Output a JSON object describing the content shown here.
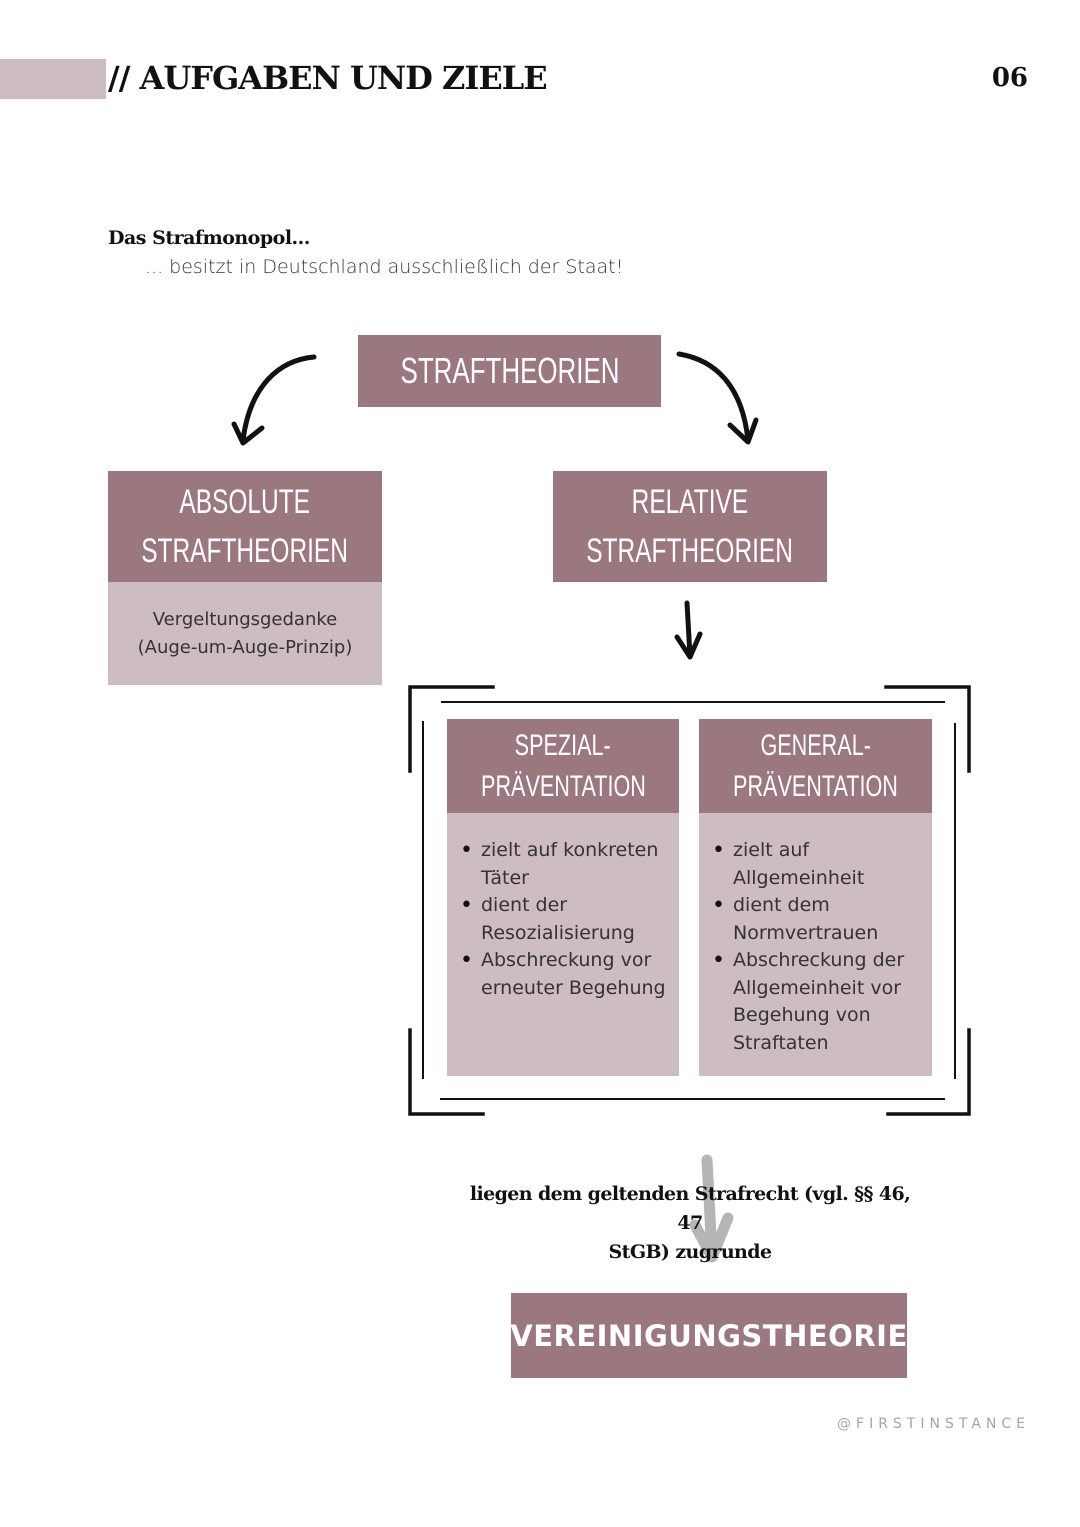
{
  "header": {
    "title": "// AUFGABEN UND ZIELE",
    "page_number": "06",
    "accent_color": "#cdbcc1"
  },
  "intro": {
    "title": "Das Strafmonopol...",
    "text": "... besitzt in Deutschland ausschließlich der Staat!"
  },
  "diagram": {
    "root": "STRAFTHEORIEN",
    "absolute": {
      "line1": "ABSOLUTE",
      "line2": "STRAFTHEORIEN",
      "desc1": "Vergeltungsgedanke",
      "desc2": "(Auge-um-Auge-Prinzip)"
    },
    "relative": {
      "line1": "RELATIVE",
      "line2": "STRAFTHEORIEN"
    },
    "spezial": {
      "line1": "SPEZIAL-",
      "line2": "PRÄVENTATION",
      "bullets": [
        "zielt auf konkreten Täter",
        "dient der Resozialisierung",
        "Abschreckung vor erneuter Begehung"
      ]
    },
    "general": {
      "line1": "GENERAL-",
      "line2": "PRÄVENTATION",
      "bullets": [
        "zielt auf Allgemeinheit",
        "dient dem Normvertrauen",
        "Abschreckung der Allgemeinheit vor Begehung von Straftaten"
      ]
    },
    "conclusion_line1": "liegen dem geltenden Strafrecht (vgl. §§ 46, 47",
    "conclusion_line2": "StGB) zugrunde",
    "final": "VEREINIGUNGSTHEORIE",
    "colors": {
      "dark": "#9b7780",
      "light": "#cdbcc1"
    }
  },
  "footer": {
    "handle": "@FIRSTINSTANCE"
  }
}
